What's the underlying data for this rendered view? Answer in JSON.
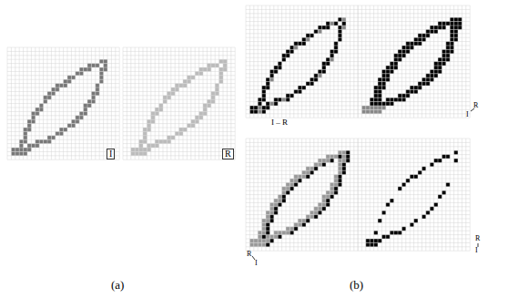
{
  "diagram": {
    "nodes": [
      {
        "text": [
          "I"
        ]
      },
      {
        "text": [
          "R"
        ]
      }
    ],
    "labels": [
      "I – R",
      "I",
      "R",
      "R",
      "I",
      "R",
      "I",
      "(a)",
      "(b)"
    ]
  }
}
